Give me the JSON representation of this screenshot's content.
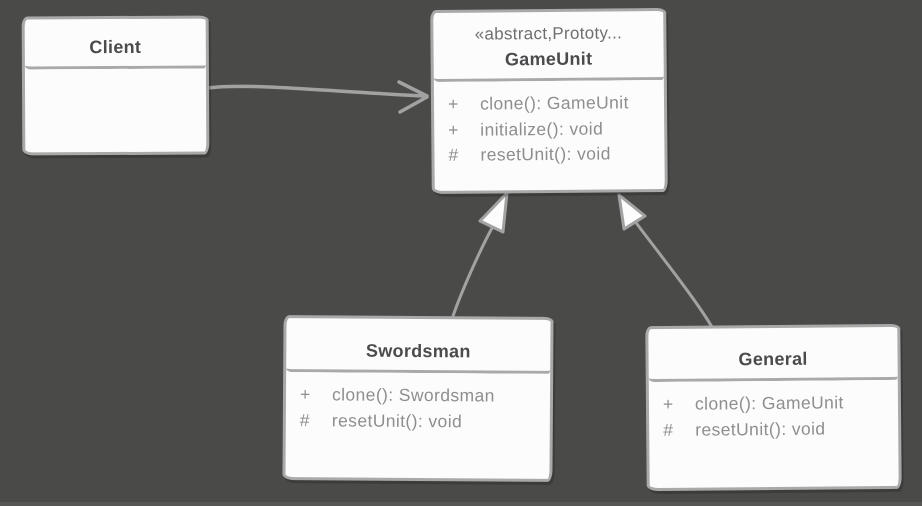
{
  "diagram": {
    "kind": "uml-class-diagram",
    "background_color": "#4a4a48",
    "box_fill": "#fcfcfc",
    "box_border_color": "#a9a9a9",
    "title_text_color": "#4b4b4d",
    "member_text_color": "#8e8e8e",
    "edge_color": "#a2a2a2"
  },
  "classes": {
    "client": {
      "name": "Client",
      "members": []
    },
    "gameunit": {
      "stereotype": "«abstract,Prototy...",
      "name": "GameUnit",
      "members": [
        {
          "visibility": "+",
          "text": "clone(): GameUnit"
        },
        {
          "visibility": "+",
          "text": "initialize(): void"
        },
        {
          "visibility": "#",
          "text": "resetUnit(): void"
        }
      ]
    },
    "swordsman": {
      "name": "Swordsman",
      "members": [
        {
          "visibility": "+",
          "text": "clone(): Swordsman"
        },
        {
          "visibility": "#",
          "text": "resetUnit(): void"
        }
      ]
    },
    "general": {
      "name": "General",
      "members": [
        {
          "visibility": "+",
          "text": "clone(): GameUnit"
        },
        {
          "visibility": "#",
          "text": "resetUnit(): void"
        }
      ]
    }
  },
  "relationships": [
    {
      "from": "Client",
      "to": "GameUnit",
      "type": "association"
    },
    {
      "from": "Swordsman",
      "to": "GameUnit",
      "type": "generalization"
    },
    {
      "from": "General",
      "to": "GameUnit",
      "type": "generalization"
    }
  ]
}
